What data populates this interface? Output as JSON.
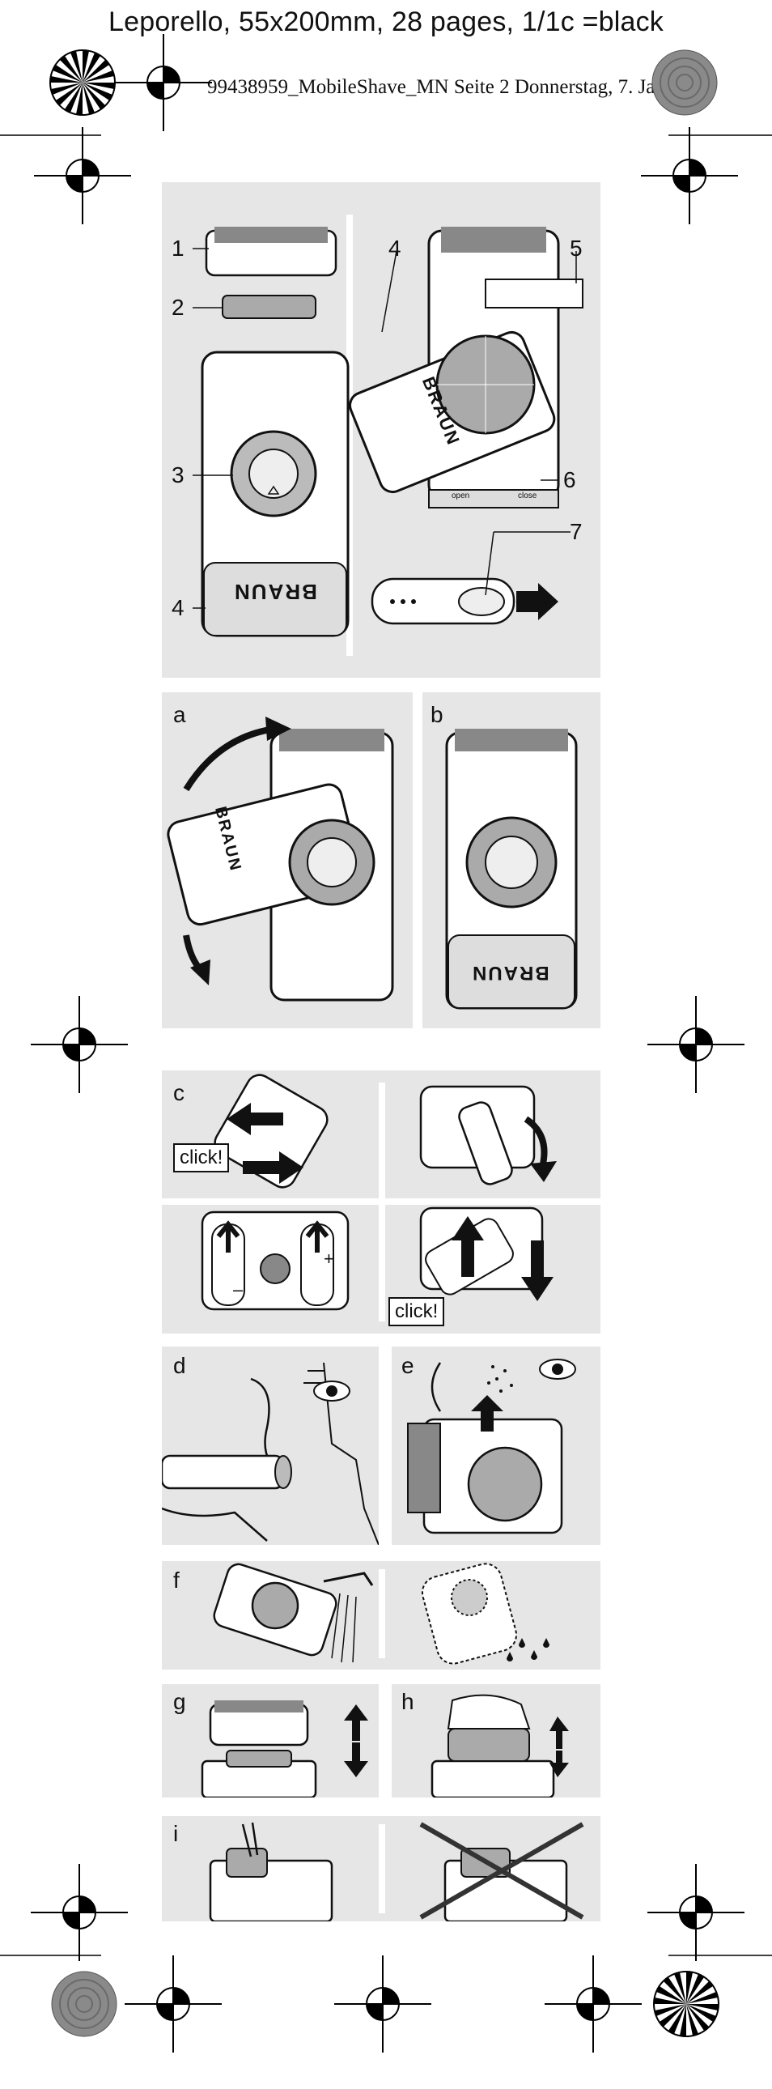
{
  "header": {
    "line1": "Leporello, 55x200mm, 28 pages, 1/1c =black",
    "line2": "99438959_MobileShave_MN  Seite 2  Donnerstag, 7. Januar 2"
  },
  "figure1": {
    "callouts": [
      "1",
      "2",
      "3",
      "4",
      "4",
      "5",
      "6",
      "7"
    ],
    "brand": "BRAUN",
    "open_label": "open",
    "close_label": "close"
  },
  "panels": {
    "a": "a",
    "b": "b",
    "c": "c",
    "d": "d",
    "e": "e",
    "f": "f",
    "g": "g",
    "h": "h",
    "i": "i"
  },
  "click_text": "click!",
  "battery_plus": "+",
  "battery_minus": "–"
}
